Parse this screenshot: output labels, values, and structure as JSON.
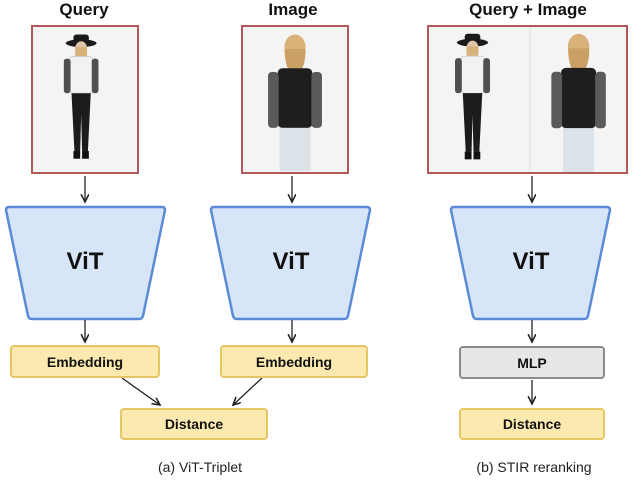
{
  "headers": {
    "query": "Query",
    "image": "Image",
    "query_image": "Query + Image"
  },
  "vit_label": "ViT",
  "boxes": {
    "embedding_left": "Embedding",
    "embedding_right": "Embedding",
    "distance_left": "Distance",
    "mlp": "MLP",
    "distance_right": "Distance"
  },
  "captions": {
    "left": "(a) ViT-Triplet",
    "right": "(b) STIR reranking"
  },
  "colors": {
    "photo_border": "#b4575a",
    "vit_fill": "#d6e5f7",
    "vit_border": "#5b8ad6",
    "box_fill": "#fbe9b0",
    "box_border": "#e6c565",
    "mlp_fill": "#e6e6e6",
    "mlp_border": "#8a8a8a"
  }
}
